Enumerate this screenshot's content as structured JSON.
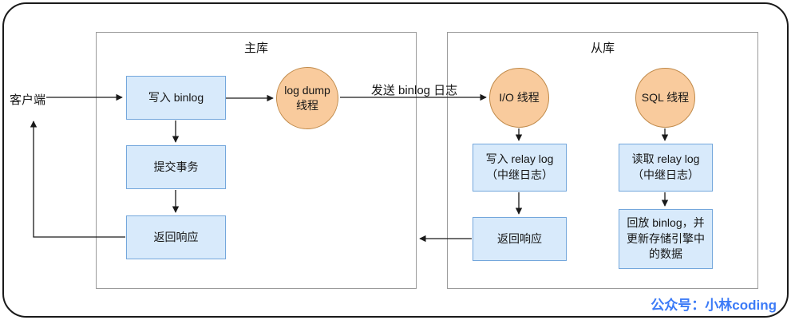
{
  "colors": {
    "box_fill": "#d8eafb",
    "box_border": "#74a7dc",
    "circle_fill": "#f9cb9d",
    "circle_border": "#c08a4a",
    "footer_color": "#3c7bf7"
  },
  "client": {
    "label": "客户端"
  },
  "master": {
    "title": "主库",
    "write_binlog": "写入 binlog",
    "log_dump_thread": "log dump\n线程",
    "commit_tx": "提交事务",
    "return_response": "返回响应"
  },
  "link": {
    "send_binlog": "发送 binlog 日志"
  },
  "slave": {
    "title": "从库",
    "io_thread": "I/O 线程",
    "sql_thread": "SQL 线程",
    "write_relay": "写入 relay log\n（中继日志）",
    "return_response": "返回响应",
    "read_relay": "读取 relay log\n（中继日志）",
    "replay_binlog": "回放 binlog，并\n更新存储引擎中\n的数据"
  },
  "footer": {
    "text": "公众号：小林coding"
  }
}
